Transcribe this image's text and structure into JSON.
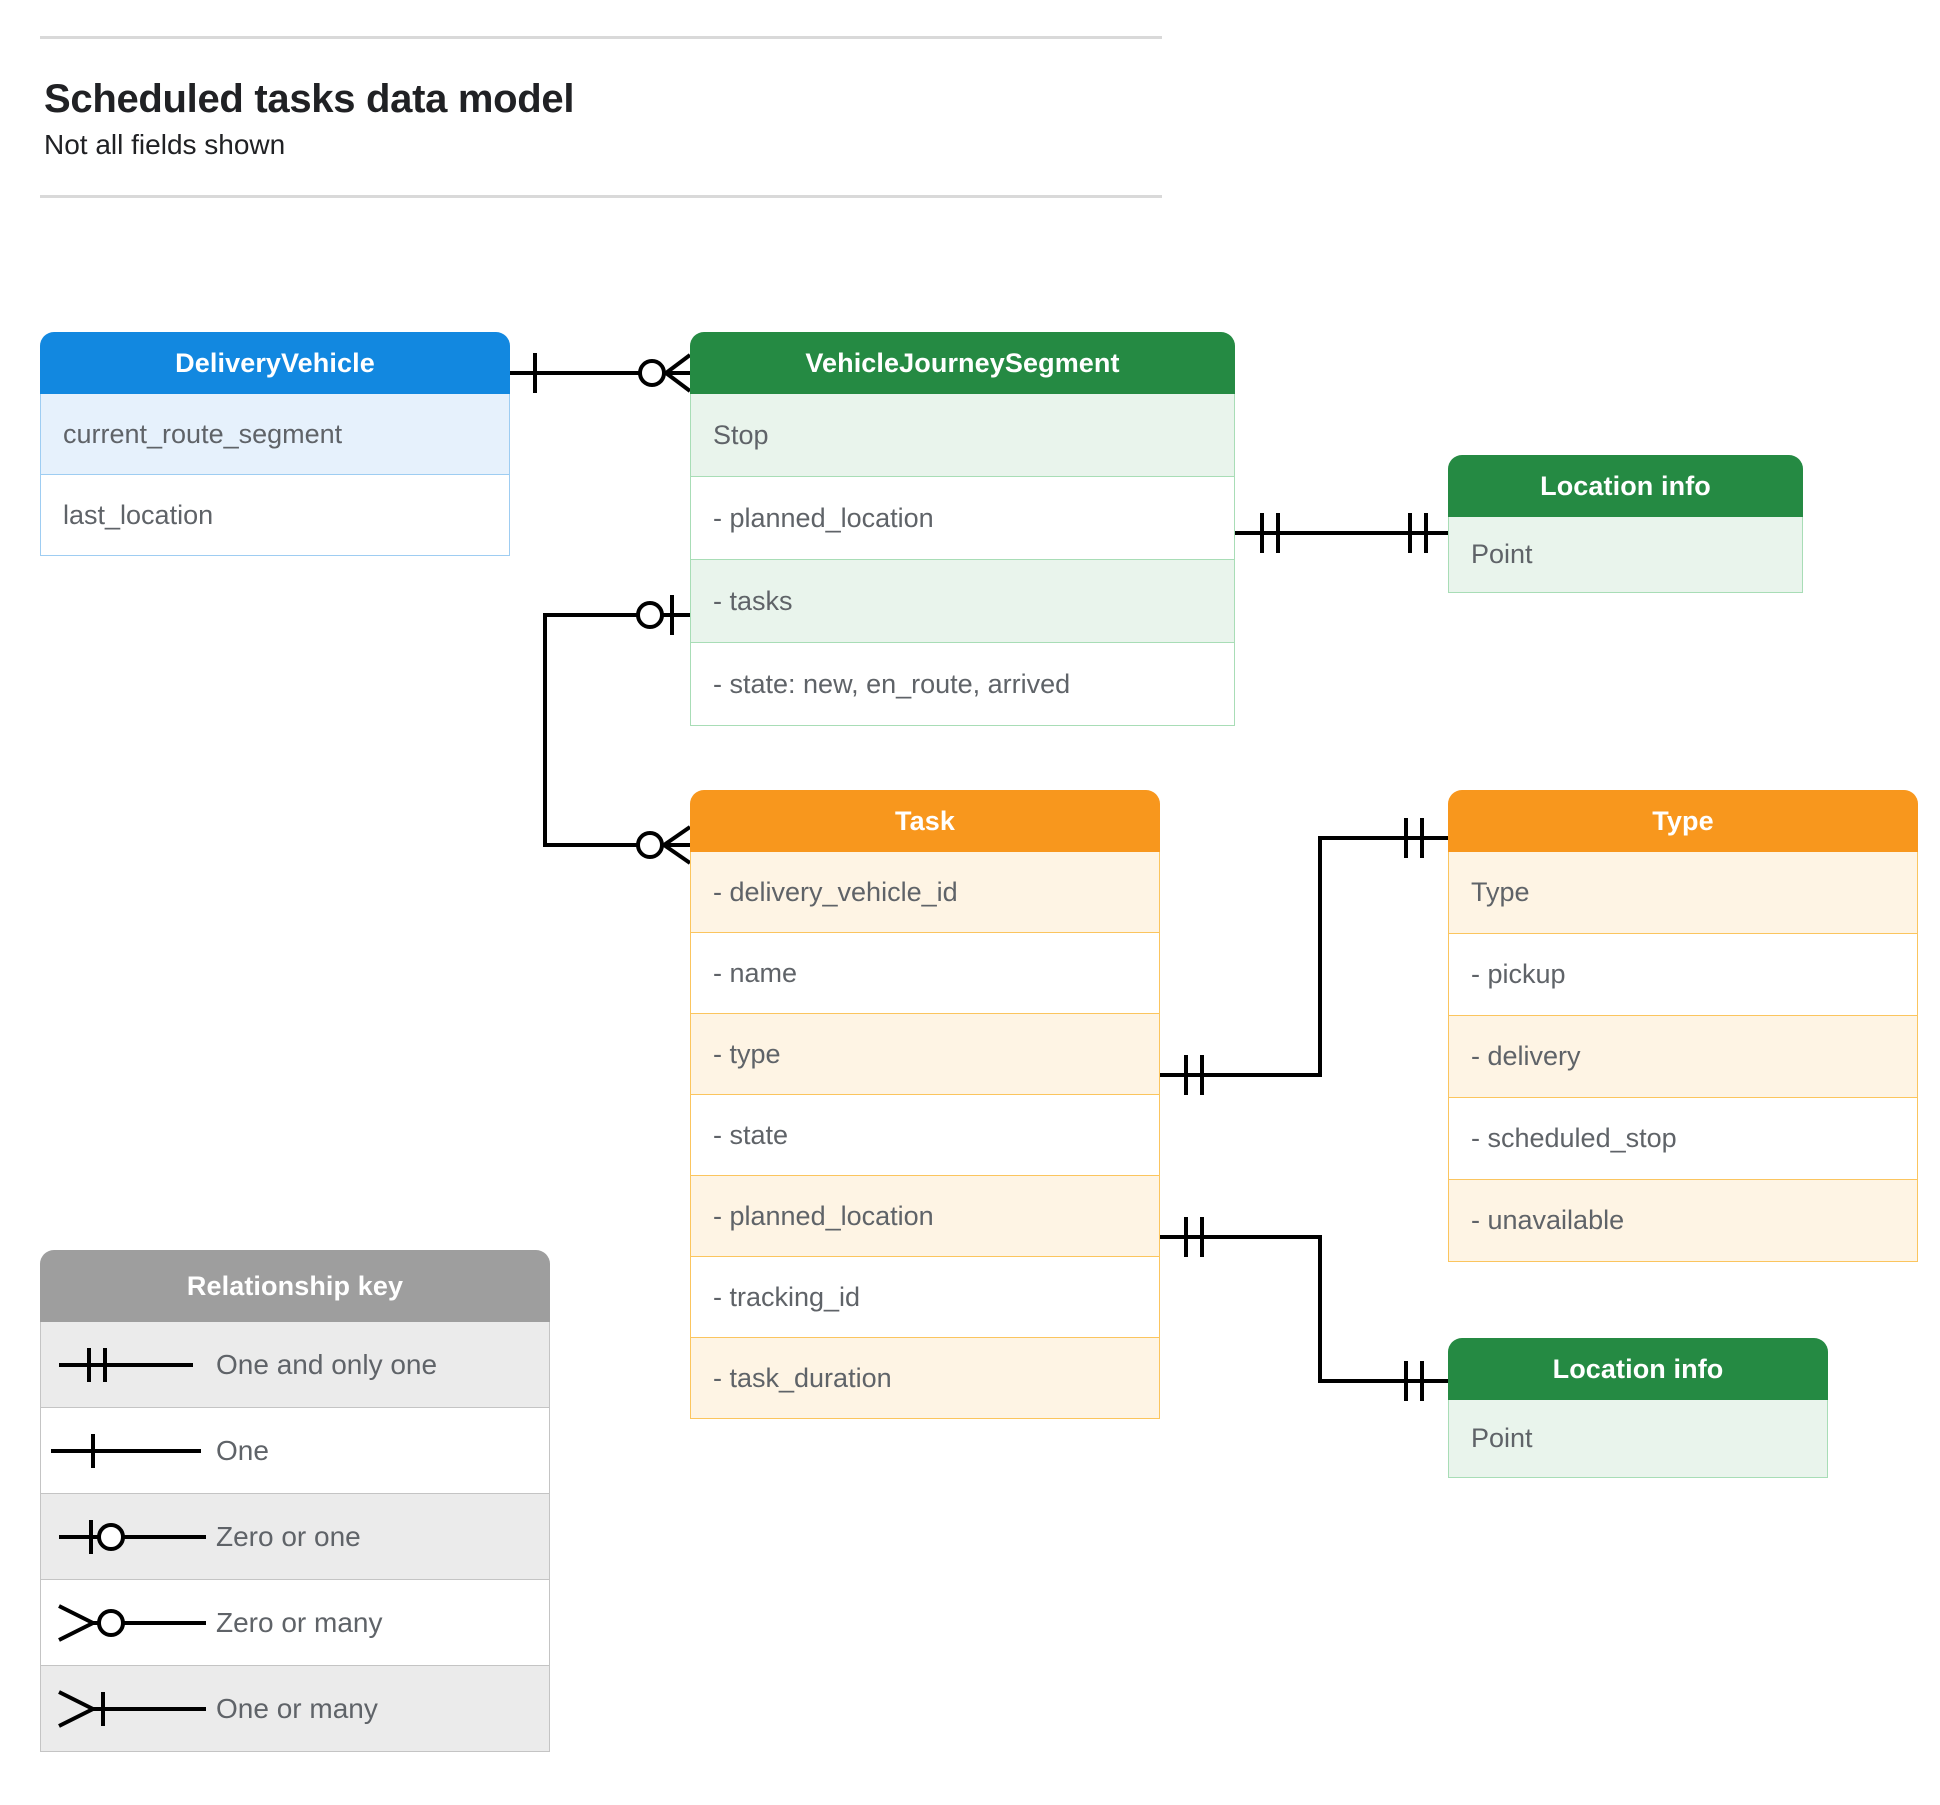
{
  "header": {
    "title": "Scheduled tasks data model",
    "subtitle": "Not all fields shown"
  },
  "colors": {
    "blue_header": "#1288e0",
    "blue_row": "#e6f1fc",
    "green_header": "#258a43",
    "green_row": "#e9f4ec",
    "orange_header": "#f8971d",
    "orange_row": "#fef4e4",
    "gray_header": "#9e9e9e",
    "gray_row": "#ebebeb",
    "connector_line": "#000000",
    "text": "#5f6368",
    "title_text": "#202124"
  },
  "entities": {
    "delivery_vehicle": {
      "title": "DeliveryVehicle",
      "rows": [
        "current_route_segment",
        "last_location"
      ]
    },
    "vehicle_journey_segment": {
      "title": "VehicleJourneySegment",
      "rows": [
        "Stop",
        "-  planned_location",
        "- tasks",
        "- state: new, en_route, arrived"
      ]
    },
    "location_info_top": {
      "title": "Location info",
      "rows": [
        "Point"
      ]
    },
    "task": {
      "title": "Task",
      "rows": [
        "- delivery_vehicle_id",
        "- name",
        "- type",
        "- state",
        "- planned_location",
        "- tracking_id",
        "- task_duration"
      ]
    },
    "type": {
      "title": "Type",
      "rows": [
        "Type",
        "-   pickup",
        "-   delivery",
        "-   scheduled_stop",
        "-   unavailable"
      ]
    },
    "location_info_bottom": {
      "title": "Location info",
      "rows": [
        "Point"
      ]
    }
  },
  "legend": {
    "title": "Relationship key",
    "items": [
      {
        "label": "One and only one",
        "symbol": "one-and-only-one"
      },
      {
        "label": "One",
        "symbol": "one"
      },
      {
        "label": "Zero or one",
        "symbol": "zero-or-one"
      },
      {
        "label": "Zero or many",
        "symbol": "zero-or-many"
      },
      {
        "label": "One or many",
        "symbol": "one-or-many"
      }
    ]
  },
  "relationships": [
    {
      "name": "delivery-vehicle-to-journey-segment",
      "from": "DeliveryVehicle",
      "to": "VehicleJourneySegment",
      "from_cardinality": "one",
      "to_cardinality": "zero-or-many"
    },
    {
      "name": "journey-segment-planned-location-to-location-info",
      "from": "VehicleJourneySegment.planned_location",
      "to": "Location info",
      "from_cardinality": "one-and-only-one",
      "to_cardinality": "one-and-only-one"
    },
    {
      "name": "journey-segment-tasks-to-task",
      "from": "VehicleJourneySegment.tasks",
      "to": "Task",
      "from_cardinality": "zero-or-one",
      "to_cardinality": "zero-or-many"
    },
    {
      "name": "task-type-to-type",
      "from": "Task.type",
      "to": "Type",
      "from_cardinality": "one-and-only-one",
      "to_cardinality": "one-and-only-one"
    },
    {
      "name": "task-planned-location-to-location-info",
      "from": "Task.planned_location",
      "to": "Location info",
      "from_cardinality": "one-and-only-one",
      "to_cardinality": "one-and-only-one"
    }
  ]
}
